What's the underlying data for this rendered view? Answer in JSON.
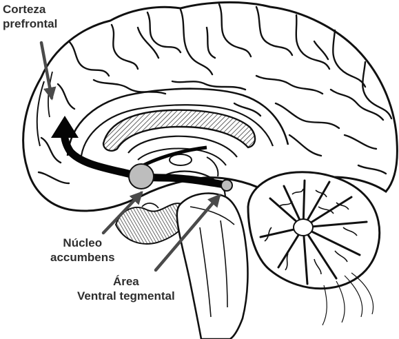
{
  "labels": {
    "prefrontal_cortex": [
      "Corteza",
      "prefrontal"
    ],
    "nucleus_accumbens": [
      "Núcleo",
      "accumbens"
    ],
    "ventral_tegmental_area": [
      "Área",
      "Ventral tegmental"
    ]
  },
  "colors": {
    "ink": "#111111",
    "label_text": "#2e2e2e",
    "pointer_arrow": "#4a4a4a",
    "pathway": "#050505",
    "nucleus_fill": "#bdbdbd",
    "hatching": "#3a3a3a"
  }
}
